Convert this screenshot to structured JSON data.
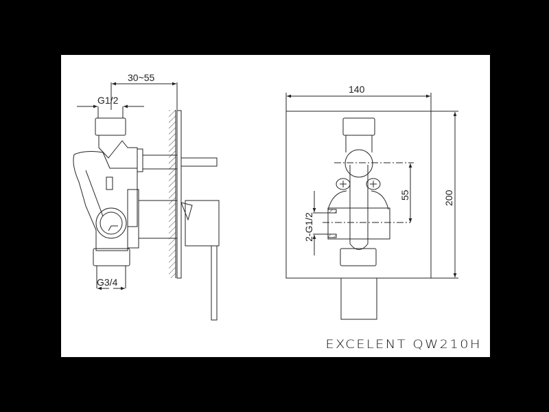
{
  "title": "EXCELENT QW210H",
  "side_view": {
    "dim_depth": "30~55",
    "dim_inlet_top": "G1/2",
    "dim_outlet_bottom": "G3/4"
  },
  "front_view": {
    "dim_width": "140",
    "dim_height": "200",
    "dim_axis_offset": "55",
    "dim_side_ports": "2-G1/2"
  },
  "colors": {
    "background": "#000000",
    "sheet": "#ffffff",
    "line": "#222222"
  }
}
